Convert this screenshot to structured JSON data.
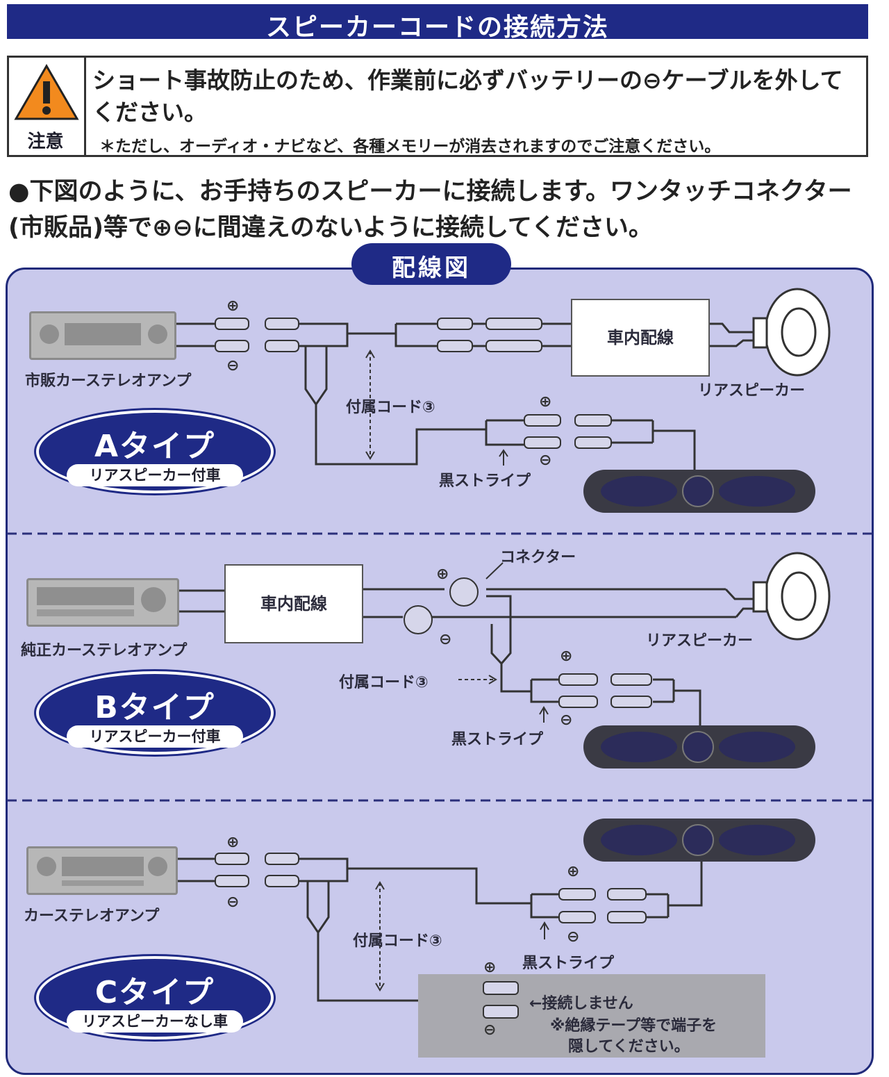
{
  "header": {
    "title": "スピーカーコードの接続方法"
  },
  "caution": {
    "icon_label": "注意",
    "main_text": "ショート事故防止のため、作業前に必ずバッテリーの⊖ケーブルを外してください。",
    "note_text": "＊ただし、オーディオ・ナビなど、各種メモリーが消去されますのでご注意ください。"
  },
  "intro": {
    "text": "●下図のように、お手持ちのスピーカーに接続します。ワンタッチコネクター(市販品)等で⊕⊖に間違えのないように接続してください。"
  },
  "diagram": {
    "title": "配線図",
    "plus": "⊕",
    "minus": "⊖",
    "type_a": {
      "type_label": "Aタイプ",
      "sub_label": "リアスピーカー付車",
      "amp_label": "市販カーステレオアンプ",
      "wiring_box": "車内配線",
      "rear_speaker": "リアスピーカー",
      "cord_label": "付属コード③",
      "stripe_label": "黒ストライプ"
    },
    "type_b": {
      "type_label": "Bタイプ",
      "sub_label": "リアスピーカー付車",
      "amp_label": "純正カーステレオアンプ",
      "wiring_box": "車内配線",
      "connector_label": "コネクター",
      "rear_speaker": "リアスピーカー",
      "cord_label": "付属コード③",
      "stripe_label": "黒ストライプ"
    },
    "type_c": {
      "type_label": "Cタイプ",
      "sub_label": "リアスピーカーなし車",
      "amp_label": "カーステレオアンプ",
      "cord_label": "付属コード③",
      "stripe_label": "黒ストライプ",
      "no_connect": "←接続しません",
      "insulate_1": "※絶縁テープ等で端子を",
      "insulate_2": "隠してください。"
    },
    "colors": {
      "navy": "#1f2a86",
      "panel": "#c9c9ec",
      "wire": "#333333"
    }
  }
}
